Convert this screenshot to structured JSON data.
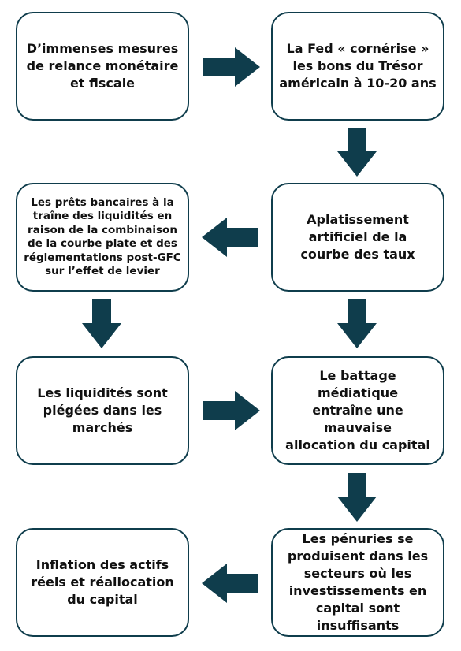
{
  "diagram": {
    "colors": {
      "border": "#0f3d4c",
      "arrow": "#0f3d4c",
      "text": "#111111"
    },
    "boxes": {
      "b1": "D’immenses mesures\nde relance monétaire\net fiscale",
      "b2": "La Fed « cornérise »\nles bons du Trésor\naméricain à 10-20 ans",
      "b3": "Les prêts bancaires à la\ntraîne des liquidités en\nraison de la combinaison\nde la courbe plate et des\nréglementations post-GFC\nsur l’effet de levier",
      "b4": "Aplatissement\nartificiel de la\ncourbe des taux",
      "b5": "Les liquidités sont\npiégées dans les\nmarchés",
      "b6": "Le battage médiatique\nentraîne une mauvaise\nallocation du capital",
      "b7": "Inflation des actifs\nréels et réallocation\ndu capital",
      "b8": "Les pénuries se\nproduisent dans les\nsecteurs où les\ninvestissements en\ncapital sont insuffisants"
    }
  }
}
